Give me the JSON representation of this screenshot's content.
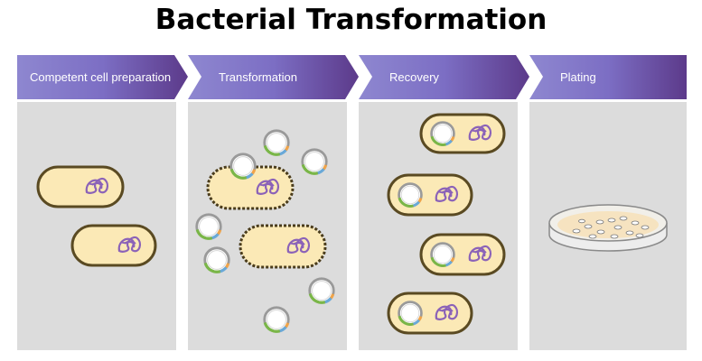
{
  "title": "Bacterial Transformation",
  "steps": [
    {
      "label": "Competent cell preparation"
    },
    {
      "label": "Transformation"
    },
    {
      "label": "Recovery"
    },
    {
      "label": "Plating"
    }
  ],
  "colors": {
    "header_start": "#8e87d0",
    "header_end": "#5c3a8a",
    "panel": "#dcdcdc",
    "cell_fill": "#fbe9b6",
    "cell_border": "#5a4a22",
    "dna": "#8b62b8",
    "plasmid_green": "#7ab648",
    "plasmid_blue": "#6aa9d8",
    "plasmid_orange": "#f0a44a"
  }
}
